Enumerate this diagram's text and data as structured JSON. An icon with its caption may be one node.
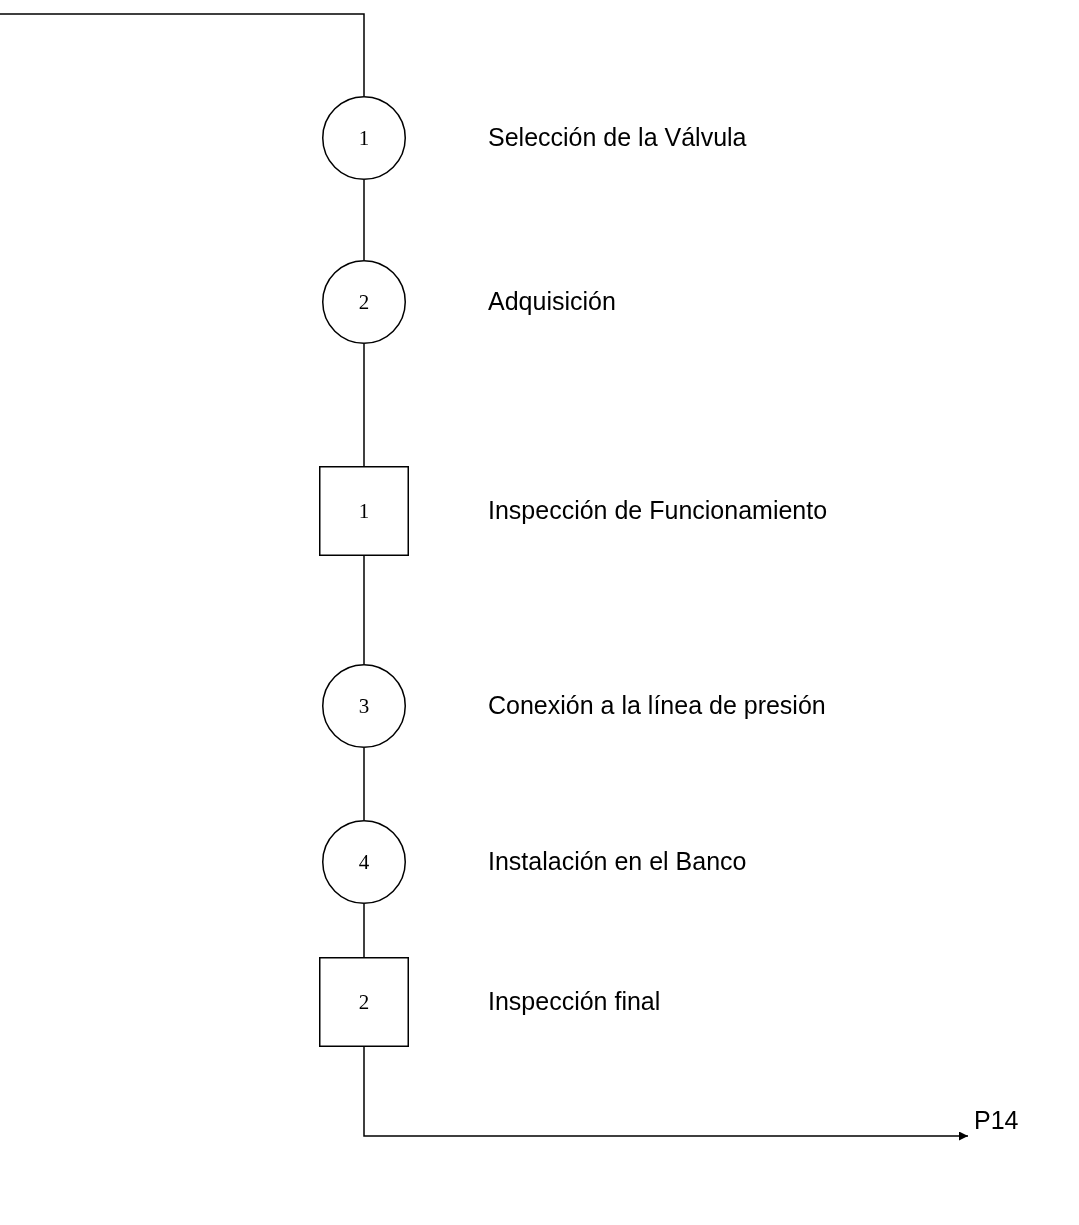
{
  "diagram": {
    "nodes": [
      {
        "text": [
          "1"
        ],
        "beside": [
          "Selección de la Válvula"
        ]
      },
      {
        "text": [
          "2"
        ],
        "beside": [
          "Adquisición"
        ]
      },
      {
        "text": [
          "1"
        ],
        "beside": [
          "Inspección de Funcionamiento"
        ]
      },
      {
        "text": [
          "3"
        ],
        "beside": [
          "Conexión a la línea de presión"
        ]
      },
      {
        "text": [
          "4"
        ],
        "beside": [
          "Instalación en el Banco"
        ]
      },
      {
        "text": [
          "2"
        ],
        "beside": [
          "Inspección final"
        ]
      },
      {
        "text": [
          "P14"
        ]
      }
    ],
    "edges": [
      {
        "from": null,
        "to": 0,
        "arrow": "none"
      },
      {
        "from": 0,
        "to": 1,
        "arrow": "none"
      },
      {
        "from": 1,
        "to": 2,
        "arrow": "none"
      },
      {
        "from": 2,
        "to": 3,
        "arrow": "none"
      },
      {
        "from": 3,
        "to": 4,
        "arrow": "none"
      },
      {
        "from": 4,
        "to": 5,
        "arrow": "none"
      },
      {
        "from": 5,
        "to": 6,
        "arrow": "to"
      }
    ]
  }
}
